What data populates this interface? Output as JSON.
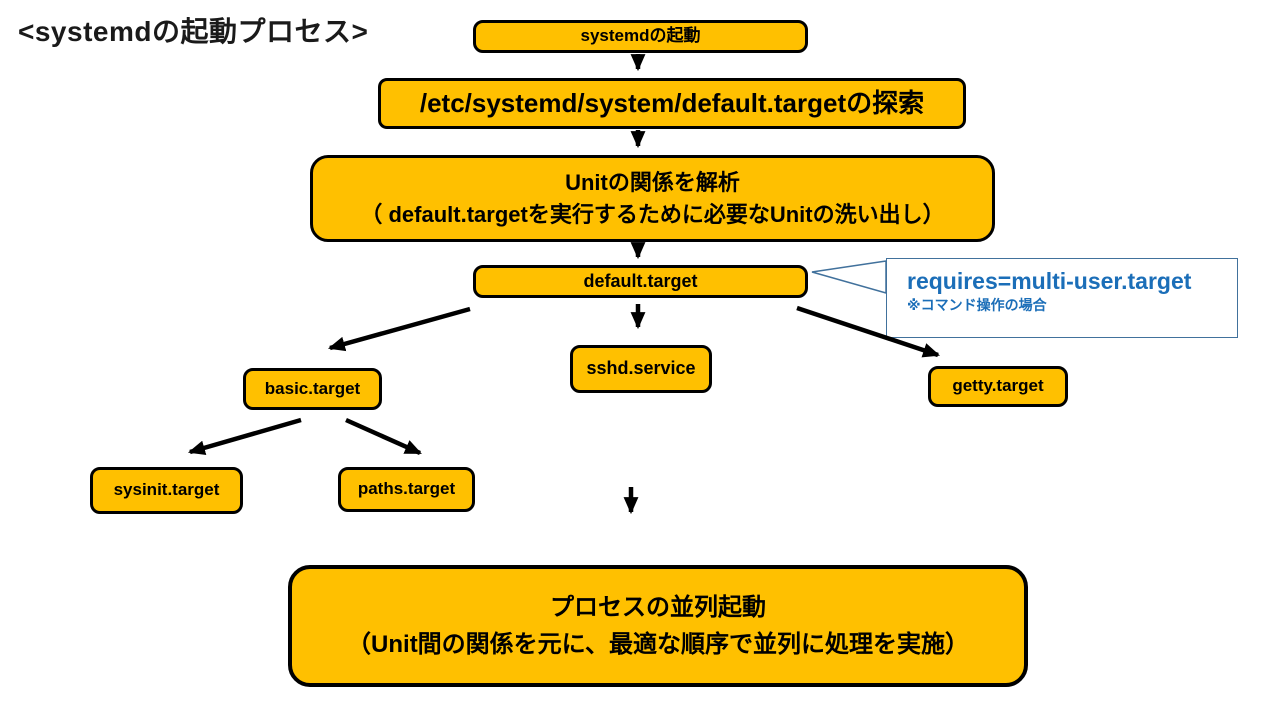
{
  "title": "<systemdの起動プロセス>",
  "colors": {
    "node_fill": "#FFC000",
    "node_border": "#000000",
    "callout_text": "#1B6EB8",
    "callout_border": "#41719C"
  },
  "nodes": {
    "start": "systemdの起動",
    "search": "/etc/systemd/system/default.targetの探索",
    "analyze_line1": "Unitの関係を解析",
    "analyze_line2": "（ default.targetを実行するために必要なUnitの洗い出し）",
    "default_target": "default.target",
    "basic_target": "basic.target",
    "sshd_service": "sshd.service",
    "getty_target": "getty.target",
    "sysinit_target": "sysinit.target",
    "paths_target": "paths.target",
    "parallel_line1": "プロセスの並列起動",
    "parallel_line2": "（Unit間の関係を元に、最適な順序で並列に処理を実施）"
  },
  "callout": {
    "line1": "requires=multi-user.target",
    "line2": "※コマンド操作の場合"
  }
}
